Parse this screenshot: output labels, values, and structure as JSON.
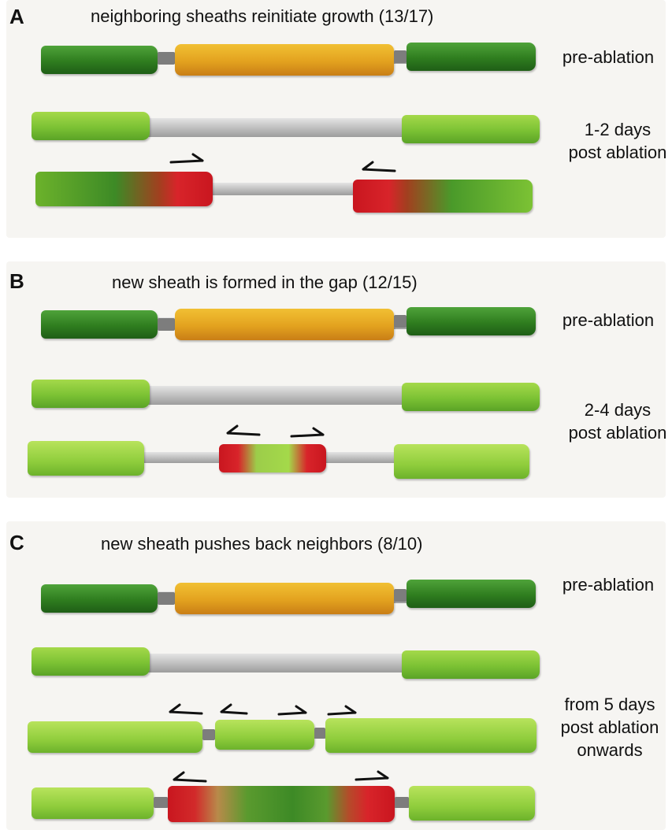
{
  "panels": [
    {
      "letter": "A",
      "title": "neighboring sheaths reinitiate growth (13/17)",
      "stage_labels": [
        "pre-ablation",
        "1-2 days\npost ablation"
      ]
    },
    {
      "letter": "B",
      "title": "new sheath is formed in the gap (12/15)",
      "stage_labels": [
        "pre-ablation",
        "2-4 days\npost ablation"
      ]
    },
    {
      "letter": "C",
      "title": "new sheath pushes back neighbors (8/10)",
      "stage_labels": [
        "pre-ablation",
        "from 5 days\npost ablation\nonwards"
      ]
    }
  ],
  "colors": {
    "mature_sheath": "#2f7d1f",
    "ablated_sheath": "#e3a21f",
    "growing_end": "#d8242a",
    "new_sheath": "#a4d94a",
    "axon": "#b9b9b9"
  }
}
